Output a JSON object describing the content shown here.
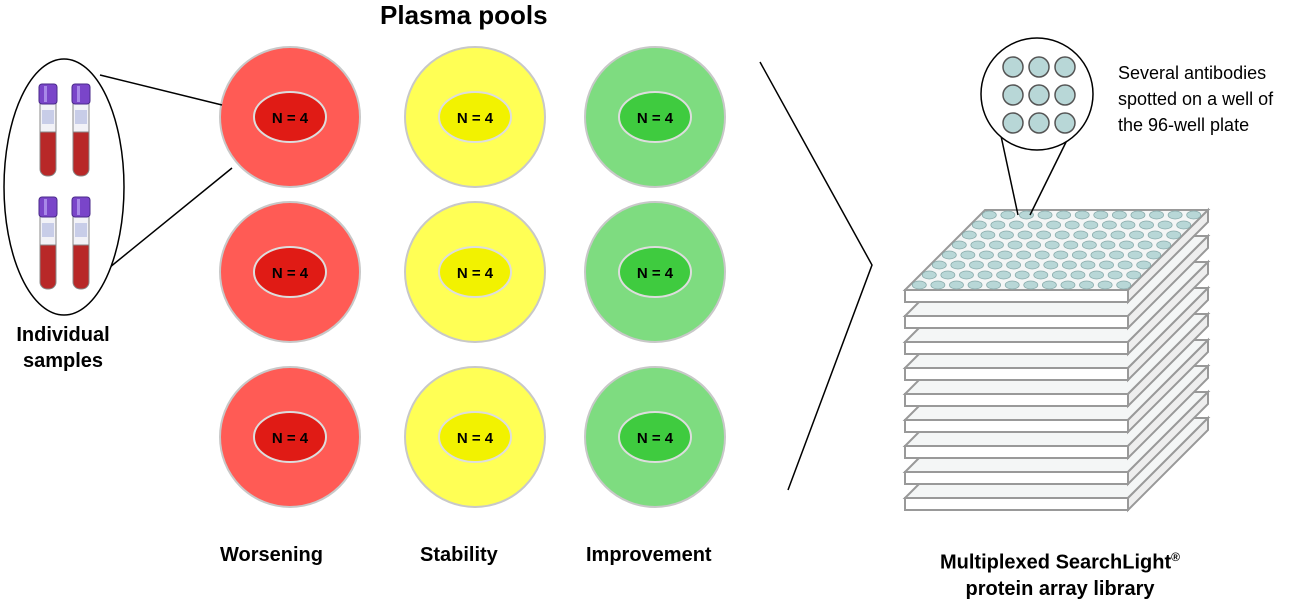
{
  "title": "Plasma pools",
  "pool_label": "N = 4",
  "individual_samples": [
    "Individual",
    "samples"
  ],
  "columns": [
    {
      "label": "Worsening",
      "outer": "#FF5B55",
      "inner": "#E01B15"
    },
    {
      "label": "Stability",
      "outer": "#FFFF55",
      "inner": "#F2F200"
    },
    {
      "label": "Improvement",
      "outer": "#7EDC80",
      "inner": "#3FCB3F"
    }
  ],
  "rows": 3,
  "well_callout": [
    "Several antibodies",
    "spotted on a well of",
    "the 96-well plate"
  ],
  "array_label": {
    "line1": "Multiplexed SearchLight",
    "mark": "®",
    "line2": "protein array library"
  },
  "colors": {
    "tube_cap": "#7A45C9",
    "blood": "#B82828",
    "well_spot": "#B8D7D7",
    "plate_edge": "#999999"
  }
}
